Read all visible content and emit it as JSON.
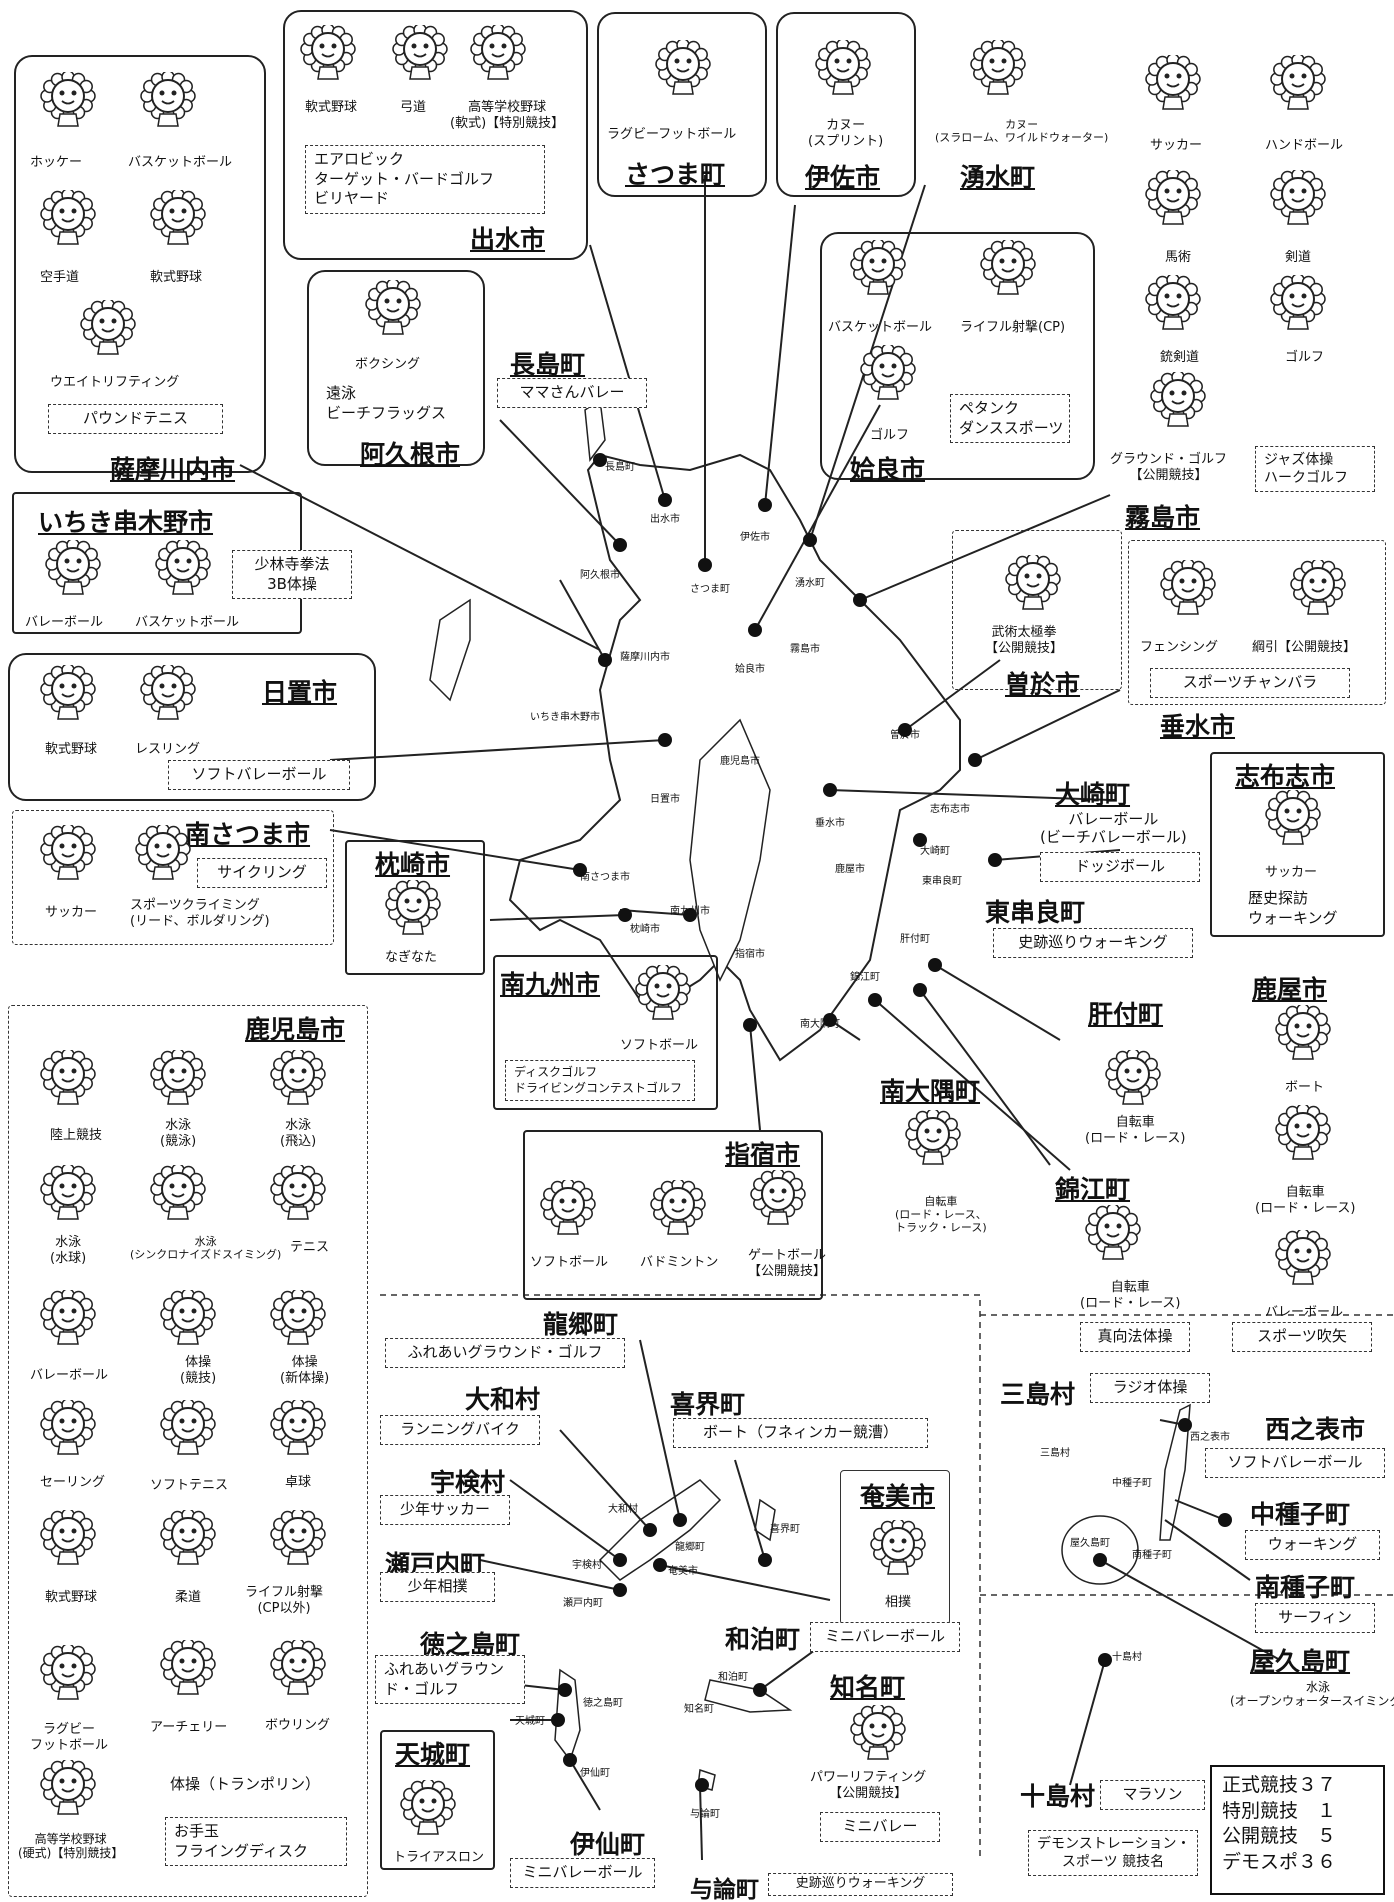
{
  "municipalities": {
    "satsumasendai": {
      "name": "薩摩川内市",
      "sports": [
        "ホッケー",
        "バスケットボール",
        "空手道",
        "軟式野球",
        "ウエイトリフティング"
      ],
      "demo": "パウンドテニス"
    },
    "izumi": {
      "name": "出水市",
      "sports": [
        "軟式野球",
        "弓道",
        "高等学校野球\n(軟式)【特別競技】"
      ],
      "demo": "エアロビック\nターゲット・バードゴルフ\nビリヤード"
    },
    "satsuma": {
      "name": "さつま町",
      "sports": [
        "ラグビーフットボール"
      ]
    },
    "isa": {
      "name": "伊佐市",
      "sports": [
        "カヌー\n(スプリント)"
      ]
    },
    "yusui": {
      "name": "湧水町",
      "sports": [
        "カヌー\n(スラローム、ワイルドウォーター)"
      ]
    },
    "kirishima": {
      "name": "霧島市",
      "sports": [
        "サッカー",
        "ハンドボール",
        "馬術",
        "剣道",
        "銃剣道",
        "ゴルフ",
        "グラウンド・ゴルフ\n【公開競技】"
      ],
      "demo": "ジャズ体操\nハークゴルフ"
    },
    "akune": {
      "name": "阿久根市",
      "sports": [
        "ボクシング"
      ],
      "demo": "遠泳\nビーチフラッグス"
    },
    "nagashima": {
      "name": "長島町",
      "demo": "ママさんバレー"
    },
    "aira": {
      "name": "姶良市",
      "sports": [
        "バスケットボール",
        "ライフル射撃(CP)",
        "ゴルフ"
      ],
      "demo": "ペタンク\nダンススポーツ"
    },
    "ichikikushikino": {
      "name": "いちき串木野市",
      "sports": [
        "バレーボール",
        "バスケットボール"
      ],
      "demo": "少林寺拳法\n3B体操"
    },
    "soo": {
      "name": "曽於市",
      "sports": [
        "武術太極拳\n【公開競技】"
      ]
    },
    "tarumizu": {
      "name": "垂水市",
      "sports": [
        "フェンシング",
        "綱引【公開競技】"
      ],
      "demo": "スポーツチャンバラ"
    },
    "hioki": {
      "name": "日置市",
      "sports": [
        "軟式野球",
        "レスリング"
      ],
      "demo": "ソフトバレーボール"
    },
    "minamisatsuma": {
      "name": "南さつま市",
      "sports": [
        "サッカー",
        "スポーツクライミング\n(リード、ボルダリング)"
      ],
      "demo": "サイクリング"
    },
    "makurazaki": {
      "name": "枕崎市",
      "sports": [
        "なぎなた"
      ]
    },
    "osaki": {
      "name": "大崎町",
      "sports": [
        "バレーボール\n(ビーチバレーボール)"
      ],
      "demo": "ドッジボール"
    },
    "shibushi": {
      "name": "志布志市",
      "sports": [
        "サッカー"
      ],
      "demo": "歴史探訪\nウォーキング"
    },
    "higashikushira": {
      "name": "東串良町",
      "demo": "史跡巡りウォーキング"
    },
    "kanoya": {
      "name": "鹿屋市",
      "sports": [
        "ボート",
        "自転車\n(ロード・レース)",
        "バレーボール"
      ],
      "demo": "スポーツ吹矢"
    },
    "minamikyushu": {
      "name": "南九州市",
      "sports": [
        "ソフトボール"
      ],
      "demo": "ディスクゴルフ\nドライビングコンテストゴルフ"
    },
    "kagoshima": {
      "name": "鹿児島市",
      "sports": [
        "陸上競技",
        "水泳\n(競泳)",
        "水泳\n(飛込)",
        "水泳\n(水球)",
        "水泳\n(シンクロナイズドスイミング)",
        "テニス",
        "バレーボール",
        "体操\n(競技)",
        "体操\n(新体操)",
        "セーリング",
        "ソフトテニス",
        "卓球",
        "軟式野球",
        "柔道",
        "ライフル射撃\n(CP以外)",
        "ラグビー\nフットボール",
        "アーチェリー",
        "ボウリング",
        "高等学校野球\n(硬式)【特別競技】"
      ],
      "demo_upper": "体操（トランポリン）",
      "demo": "お手玉\nフライングディスク"
    },
    "kimotsuki": {
      "name": "肝付町",
      "sports": [
        "自転車\n(ロード・レース)"
      ]
    },
    "minamiosumi": {
      "name": "南大隅町",
      "sports": [
        "自転車\n(ロード・レース、\nトラック・レース)"
      ]
    },
    "ibusuki": {
      "name": "指宿市",
      "sports": [
        "ソフトボール",
        "バドミントン",
        "ゲートボール\n【公開競技】"
      ]
    },
    "kinko": {
      "name": "錦江町",
      "sports": [
        "自転車\n(ロード・レース)"
      ],
      "demo": "真向法体操"
    },
    "tatsugo": {
      "name": "龍郷町",
      "demo": "ふれあいグラウンド・ゴルフ"
    },
    "kikai": {
      "name": "喜界町",
      "demo": "ボート（フネィンカー競漕）"
    },
    "yamato": {
      "name": "大和村",
      "demo": "ランニングバイク"
    },
    "uken": {
      "name": "宇検村",
      "demo": "少年サッカー"
    },
    "amami": {
      "name": "奄美市",
      "sports": [
        "相撲"
      ]
    },
    "setouchi": {
      "name": "瀬戸内町",
      "demo": "少年相撲"
    },
    "mishima": {
      "name": "三島村",
      "demo": "ラジオ体操"
    },
    "nishinoomote": {
      "name": "西之表市",
      "demo": "ソフトバレーボール"
    },
    "nakatane": {
      "name": "中種子町",
      "demo": "ウォーキング"
    },
    "minamitane": {
      "name": "南種子町",
      "demo": "サーフィン"
    },
    "yakushima": {
      "name": "屋久島町",
      "sports": [
        "水泳\n(オープンウォータースイミング)"
      ]
    },
    "wadomari": {
      "name": "和泊町",
      "demo": "ミニバレーボール"
    },
    "china": {
      "name": "知名町",
      "sports": [
        "パワーリフティング\n【公開競技】"
      ],
      "demo": "ミニバレー"
    },
    "tokunoshima": {
      "name": "徳之島町",
      "demo": "ふれあいグラウン\nド・ゴルフ"
    },
    "amagi": {
      "name": "天城町",
      "sports": [
        "トライアスロン"
      ]
    },
    "isen": {
      "name": "伊仙町",
      "demo": "ミニバレーボール"
    },
    "yoron": {
      "name": "与論町",
      "demo": "史跡巡りウォーキング"
    },
    "toshima": {
      "name": "十島村",
      "demo": "マラソン"
    }
  },
  "map_labels": [
    "長島町",
    "出水市",
    "伊佐市",
    "阿久根市",
    "さつま町",
    "湧水町",
    "霧島市",
    "薩摩川内市",
    "姶良市",
    "いちき串木野市",
    "曽於市",
    "鹿児島市",
    "日置市",
    "垂水市",
    "志布志市",
    "南さつま市",
    "大崎町",
    "東串良町",
    "枕崎市",
    "南九州市",
    "鹿屋市",
    "肝付町",
    "指宿市",
    "錦江町",
    "南大隅町",
    "三島村",
    "西之表市",
    "中種子町",
    "南種子町",
    "屋久島町",
    "十島村",
    "龍郷町",
    "喜界町",
    "大和村",
    "奄美市",
    "宇検村",
    "瀬戸内町",
    "徳之島町",
    "天城町",
    "伊仙町",
    "和泊町",
    "知名町",
    "与論町"
  ],
  "legend": {
    "text": "デモンストレーション・\nスポーツ 競技名"
  },
  "tally": {
    "lines": [
      "正式競技３７",
      "特別競技　１",
      "公開競技　５",
      "デモスポ３６"
    ]
  }
}
